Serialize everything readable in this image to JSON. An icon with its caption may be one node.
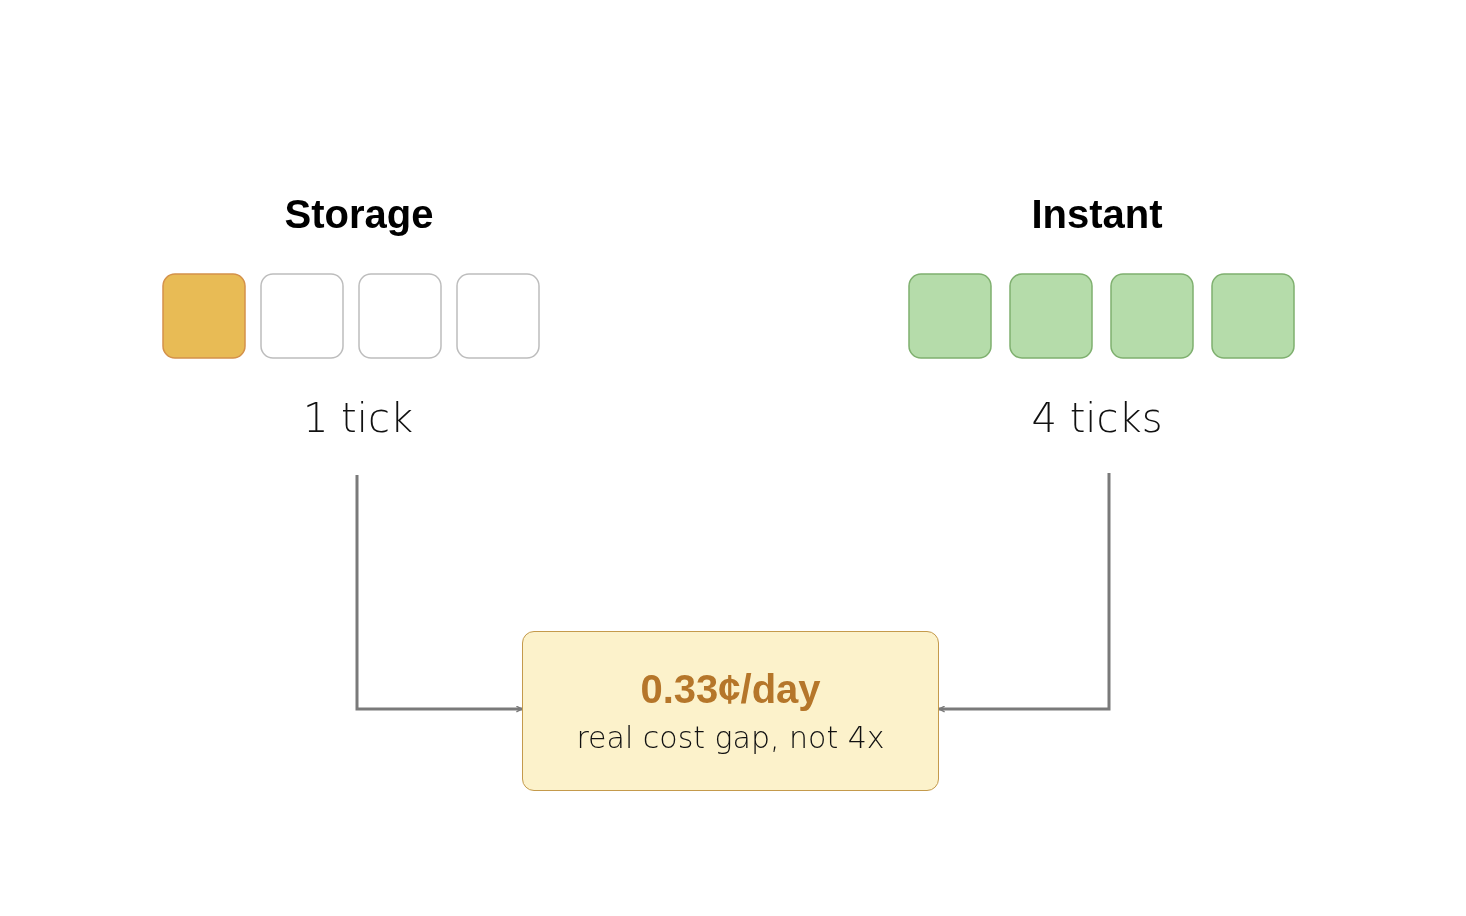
{
  "diagram": {
    "nodes": [
      {
        "text": [
          "1 tick"
        ]
      },
      {
        "text": [
          "4 ticks"
        ]
      },
      {
        "text": [
          "0.33¢/day",
          "real cost gap, not 4x"
        ]
      }
    ],
    "edges": [
      {
        "from": 0,
        "to": 2,
        "arrow": "to"
      },
      {
        "from": 1,
        "to": 2,
        "arrow": "to"
      }
    ],
    "labels": [
      "Storage",
      "Instant"
    ]
  }
}
